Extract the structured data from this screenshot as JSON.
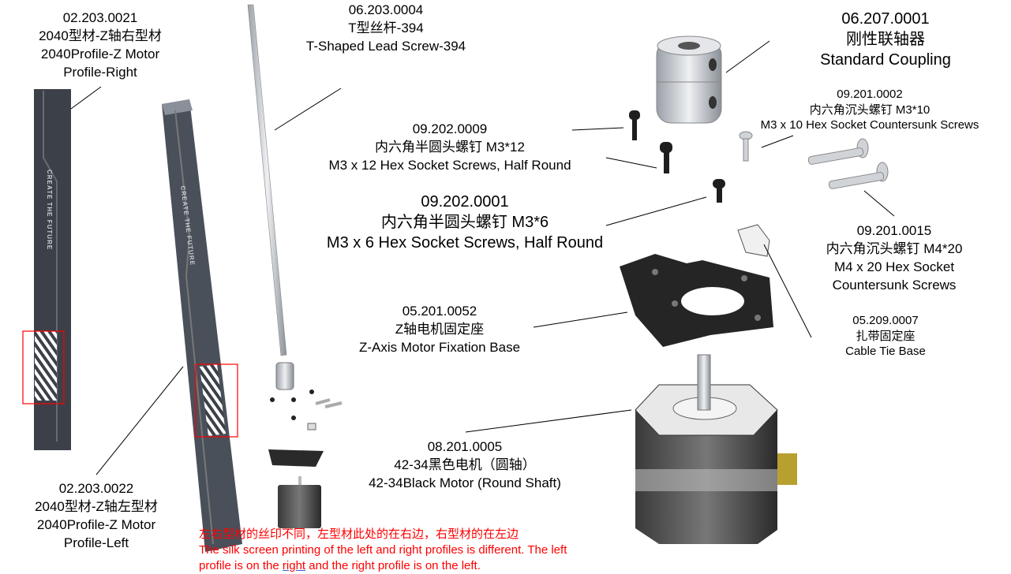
{
  "parts": [
    {
      "id": "profile-right",
      "lines": [
        "02.203.0021",
        "2040型材-Z轴右型材",
        "2040Profile-Z Motor",
        "Profile-Right"
      ]
    },
    {
      "id": "lead-screw",
      "lines": [
        "06.203.0004",
        "T型丝杆-394",
        "T-Shaped Lead Screw-394"
      ]
    },
    {
      "id": "coupling",
      "lines": [
        "06.207.0001",
        "刚性联轴器",
        "Standard Coupling"
      ]
    },
    {
      "id": "m3x10",
      "lines": [
        "09.201.0002",
        "内六角沉头螺钉 M3*10",
        "M3 x 10 Hex Socket Countersunk Screws"
      ]
    },
    {
      "id": "m3x12",
      "lines": [
        "09.202.0009",
        "内六角半圆头螺钉 M3*12",
        "M3 x 12 Hex Socket Screws, Half Round"
      ]
    },
    {
      "id": "m3x6",
      "lines": [
        "09.202.0001",
        "内六角半圆头螺钉 M3*6",
        "M3 x 6 Hex Socket Screws, Half Round"
      ]
    },
    {
      "id": "m4x20",
      "lines": [
        "09.201.0015",
        "内六角沉头螺钉 M4*20",
        "M4 x 20 Hex Socket",
        "Countersunk Screws"
      ]
    },
    {
      "id": "motor-base",
      "lines": [
        "05.201.0052",
        "Z轴电机固定座",
        "Z-Axis Motor Fixation Base"
      ]
    },
    {
      "id": "cable-tie",
      "lines": [
        "05.209.0007",
        "扎带固定座",
        "Cable Tie Base"
      ]
    },
    {
      "id": "motor",
      "lines": [
        "08.201.0005",
        "42-34黑色电机（圆轴）",
        "42-34Black Motor (Round Shaft)"
      ]
    },
    {
      "id": "profile-left",
      "lines": [
        "02.203.0022",
        "2040型材-Z轴左型材",
        "2040Profile-Z Motor",
        "Profile-Left"
      ]
    }
  ],
  "note": {
    "line1": "左右型材的丝印不同，左型材此处的在右边，右型材的在左边",
    "line2": "The silk screen printing of the left and right profiles is different. The left",
    "line3_a": "profile is on the ",
    "line3_u": "right",
    "line3_b": " and the right profile is on the left."
  },
  "profile_text": "CREATE THE FUTURE",
  "colors": {
    "note": "#ff0000",
    "highlight_box": "#ff0000",
    "profile": "#3c4048",
    "metal": "#c8ccd2"
  }
}
